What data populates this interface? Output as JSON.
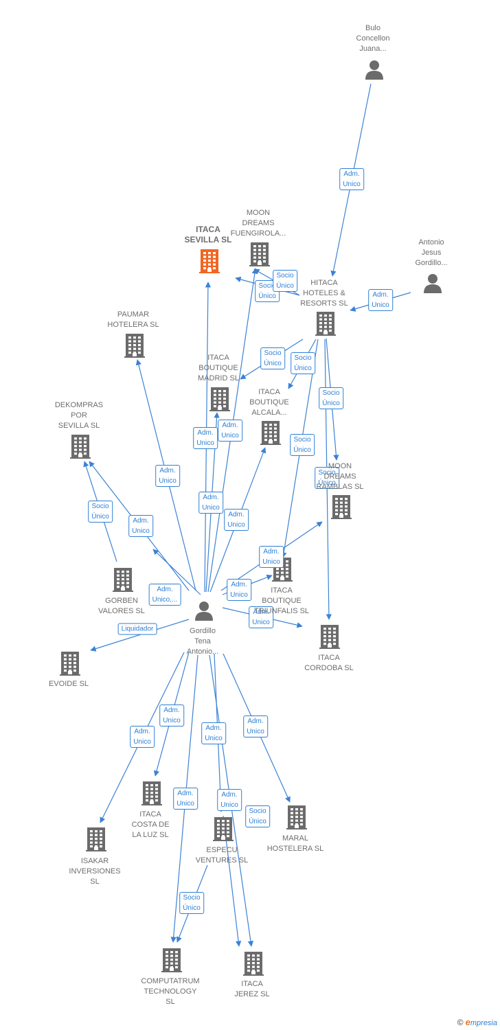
{
  "colors": {
    "edge": "#3b82d4",
    "icon": "#6b6b6b",
    "highlight": "#f26522",
    "label": "#6d6d6d"
  },
  "nodes": [
    {
      "id": "bulo",
      "kind": "person",
      "label": [
        "Bulo",
        "Concellon",
        "Juana..."
      ]
    },
    {
      "id": "antonio_jesus",
      "kind": "person",
      "label": [
        "Antonio",
        "Jesus",
        "Gordillo..."
      ]
    },
    {
      "id": "gordillo",
      "kind": "person",
      "label": [
        "Gordillo",
        "Tena",
        "Antonio..."
      ]
    },
    {
      "id": "itaca_sevilla",
      "kind": "company",
      "highlight": true,
      "label": [
        "ITACA",
        "SEVILLA  SL"
      ]
    },
    {
      "id": "moon_fuengirola",
      "kind": "company",
      "label": [
        "MOON",
        "DREAMS",
        "FUENGIROLA..."
      ]
    },
    {
      "id": "hitaca",
      "kind": "company",
      "label": [
        "HITACA",
        "HOTELES &",
        "RESORTS SL"
      ]
    },
    {
      "id": "paumar",
      "kind": "company",
      "label": [
        "PAUMAR",
        "HOTELERA  SL"
      ]
    },
    {
      "id": "itaca_madrid",
      "kind": "company",
      "label": [
        "ITACA",
        "BOUTIQUE",
        "MADRID  SL"
      ]
    },
    {
      "id": "itaca_alcala",
      "kind": "company",
      "label": [
        "ITACA",
        "BOUTIQUE",
        "ALCALA..."
      ]
    },
    {
      "id": "dekompras",
      "kind": "company",
      "label": [
        "DEKOMPRAS",
        "POR",
        "SEVILLA SL"
      ]
    },
    {
      "id": "moon_ramblas",
      "kind": "company",
      "label": [
        "MOON",
        "DREAMS",
        "RAMBLAS  SL"
      ]
    },
    {
      "id": "gorben",
      "kind": "company",
      "label": [
        "GORBEN",
        "VALORES  SL"
      ]
    },
    {
      "id": "itaca_triunfalis",
      "kind": "company",
      "label": [
        "ITACA",
        "BOUTIQUE",
        "TRIUNFALIS  SL"
      ]
    },
    {
      "id": "itaca_cordoba",
      "kind": "company",
      "label": [
        "ITACA",
        "CORDOBA  SL"
      ]
    },
    {
      "id": "evoide",
      "kind": "company",
      "label": [
        "EVOIDE  SL"
      ]
    },
    {
      "id": "itaca_costa",
      "kind": "company",
      "label": [
        "ITACA",
        "COSTA DE",
        "LA LUZ  SL"
      ]
    },
    {
      "id": "isakar",
      "kind": "company",
      "label": [
        "ISAKAR",
        "INVERSIONES",
        "SL"
      ]
    },
    {
      "id": "especu",
      "kind": "company",
      "label": [
        "ESPECU",
        "VENTURES  SL"
      ]
    },
    {
      "id": "maral",
      "kind": "company",
      "label": [
        "MARAL",
        "HOSTELERA SL"
      ]
    },
    {
      "id": "computatrum",
      "kind": "company",
      "label": [
        "COMPUTATRUM",
        "TECHNOLOGY",
        "SL"
      ]
    },
    {
      "id": "itaca_jerez",
      "kind": "company",
      "label": [
        "ITACA",
        "JEREZ  SL"
      ]
    }
  ],
  "edges": [
    {
      "from": "bulo",
      "to": "hitaca",
      "label": [
        "Adm.",
        "Unico"
      ]
    },
    {
      "from": "antonio_jesus",
      "to": "hitaca",
      "label": [
        "Adm.",
        "Unico"
      ]
    },
    {
      "from": "hitaca",
      "to": "itaca_sevilla",
      "label": [
        "Socio",
        "Único"
      ]
    },
    {
      "from": "hitaca",
      "to": "moon_fuengirola",
      "label": [
        "Socio",
        "Único"
      ]
    },
    {
      "from": "hitaca",
      "to": "itaca_madrid",
      "label": [
        "Socio",
        "Único"
      ]
    },
    {
      "from": "hitaca",
      "to": "itaca_alcala",
      "label": [
        "Socio",
        "Único"
      ]
    },
    {
      "from": "hitaca",
      "to": "moon_ramblas",
      "label": [
        "Socio",
        "Único"
      ]
    },
    {
      "from": "hitaca",
      "to": "itaca_triunfalis",
      "label": [
        "Socio",
        "Único"
      ]
    },
    {
      "from": "hitaca",
      "to": "itaca_cordoba",
      "label": [
        "Socio",
        "Único"
      ]
    },
    {
      "from": "gorben",
      "to": "dekompras",
      "label": [
        "Socio",
        "Único"
      ]
    },
    {
      "from": "gordillo",
      "to": "dekompras",
      "label": [
        "Adm.",
        "Unico"
      ]
    },
    {
      "from": "gordillo",
      "to": "paumar",
      "label": [
        "Adm.",
        "Unico"
      ]
    },
    {
      "from": "gordillo",
      "to": "itaca_sevilla",
      "label": [
        "Adm.",
        "Unico"
      ]
    },
    {
      "from": "gordillo",
      "to": "itaca_madrid",
      "label": [
        "Adm.",
        "Unico"
      ]
    },
    {
      "from": "gordillo",
      "to": "moon_fuengirola",
      "label": [
        "Adm.",
        "Unico"
      ]
    },
    {
      "from": "gordillo",
      "to": "itaca_alcala",
      "label": [
        "Adm.",
        "Unico"
      ]
    },
    {
      "from": "gordillo",
      "to": "moon_ramblas",
      "label": [
        "Adm.",
        "Unico"
      ]
    },
    {
      "from": "gordillo",
      "to": "gorben",
      "label": [
        "Adm.",
        "Unico,..."
      ]
    },
    {
      "from": "gordillo",
      "to": "itaca_triunfalis",
      "label": [
        "Adm.",
        "Unico"
      ]
    },
    {
      "from": "gordillo",
      "to": "itaca_cordoba",
      "label": [
        "Adm.",
        "Unico"
      ]
    },
    {
      "from": "gordillo",
      "to": "evoide",
      "label": [
        "Liquidador"
      ]
    },
    {
      "from": "gordillo",
      "to": "isakar",
      "label": [
        "Adm.",
        "Unico"
      ]
    },
    {
      "from": "gordillo",
      "to": "itaca_costa",
      "label": [
        "Adm.",
        "Unico"
      ]
    },
    {
      "from": "gordillo",
      "to": "especu",
      "label": [
        "Adm.",
        "Unico"
      ]
    },
    {
      "from": "gordillo",
      "to": "computatrum",
      "label": [
        "Adm.",
        "Unico"
      ]
    },
    {
      "from": "gordillo",
      "to": "itaca_jerez",
      "label": [
        "Adm.",
        "Unico"
      ]
    },
    {
      "from": "gordillo",
      "to": "maral",
      "label": [
        "Adm.",
        "Unico"
      ]
    },
    {
      "from": "especu",
      "to": "itaca_jerez",
      "label": [
        "Socio",
        "Único"
      ]
    },
    {
      "from": "especu",
      "to": "computatrum",
      "label": [
        "Socio",
        "Único"
      ]
    }
  ],
  "brand": {
    "copyright": "©",
    "initial": "e",
    "rest": "mpresia"
  }
}
